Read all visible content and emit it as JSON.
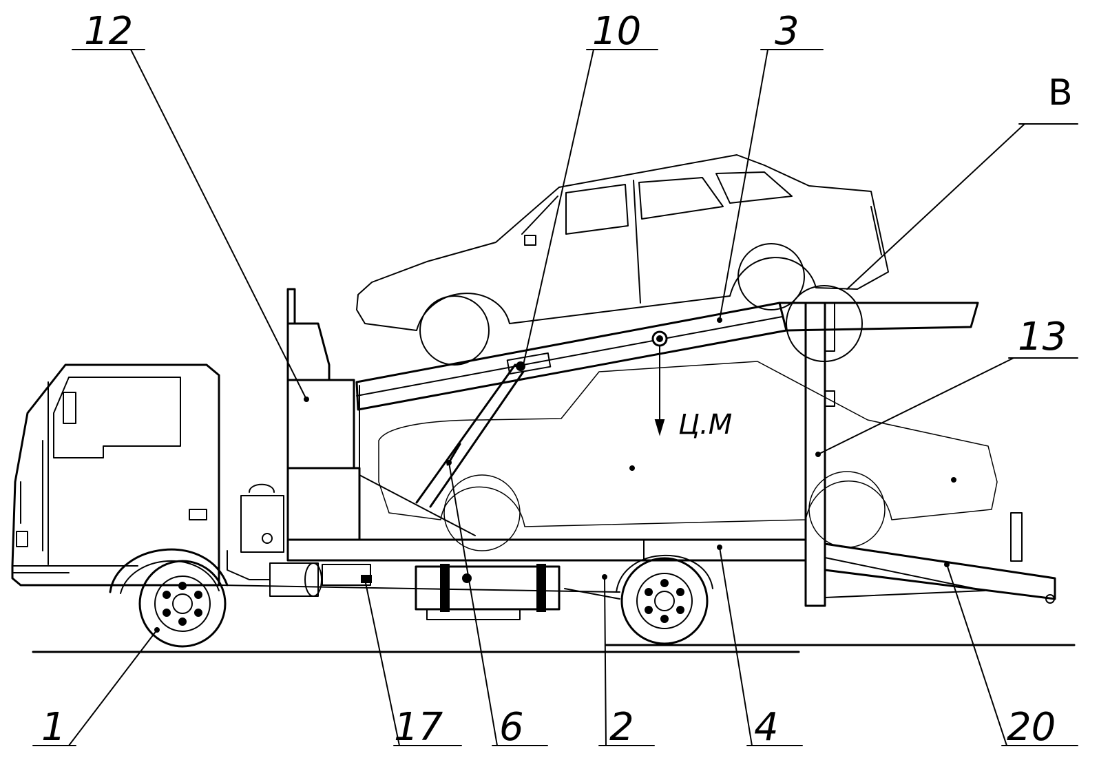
{
  "labels": {
    "l12": "12",
    "l10": "10",
    "l3": "3",
    "lB": "B",
    "l13": "13",
    "l1": "1",
    "l17": "17",
    "l6": "6",
    "l2": "2",
    "l4": "4",
    "l20": "20"
  },
  "center_of_mass": "Ц.М"
}
